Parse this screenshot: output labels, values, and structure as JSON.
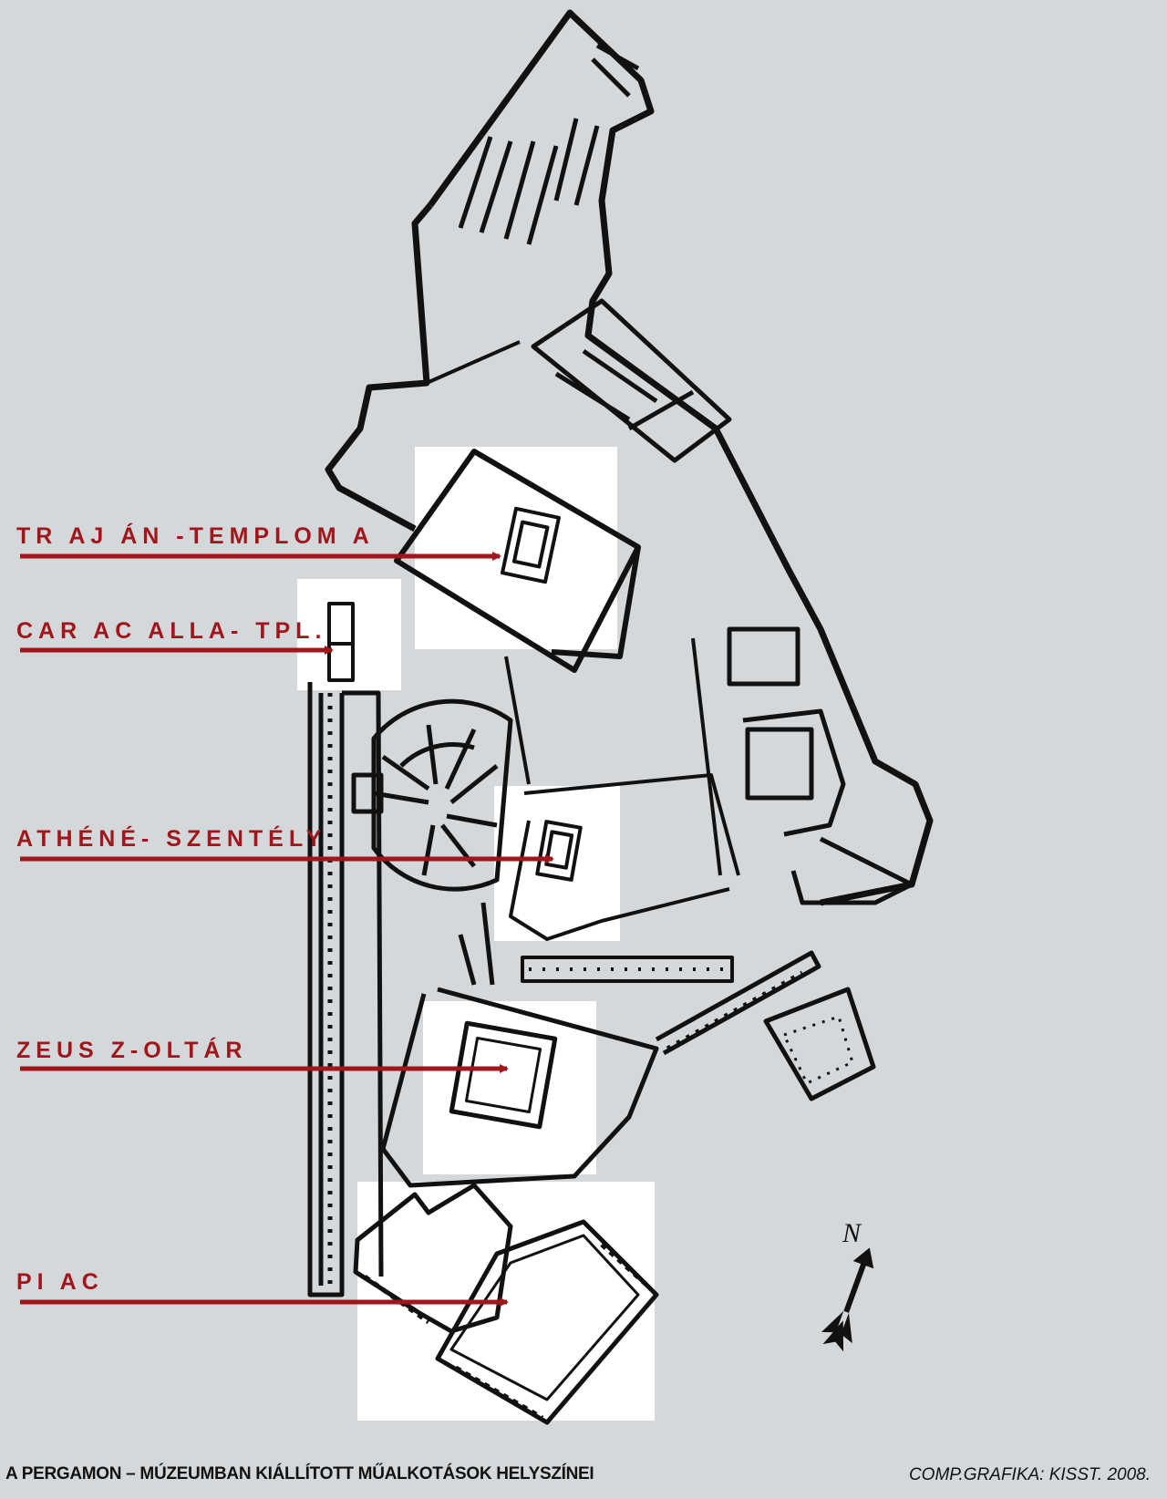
{
  "labels": {
    "trajan": "TR AJ ÁN -TEMPLOM A",
    "caracalla": "CAR AC ALLA- TPL.",
    "athene": "ATHÉNÉ- SZENTÉLY",
    "zeusz": "ZEUS Z-OLTÁR",
    "piac": "PI AC"
  },
  "north": "N",
  "footer": {
    "title": "A PERGAMON – MÚZEUMBAN KIÁLLÍTOTT MŰALKOTÁSOK HELYSZÍNEI",
    "credit": "COMP.GRAFIKA: KISST. 2008."
  },
  "colors": {
    "background": "#d5d8da",
    "highlight": "#ffffff",
    "ink": "#111111",
    "arrow": "#a0161b"
  },
  "icons": [
    "north-arrow-icon",
    "pointer-arrow-icon"
  ]
}
